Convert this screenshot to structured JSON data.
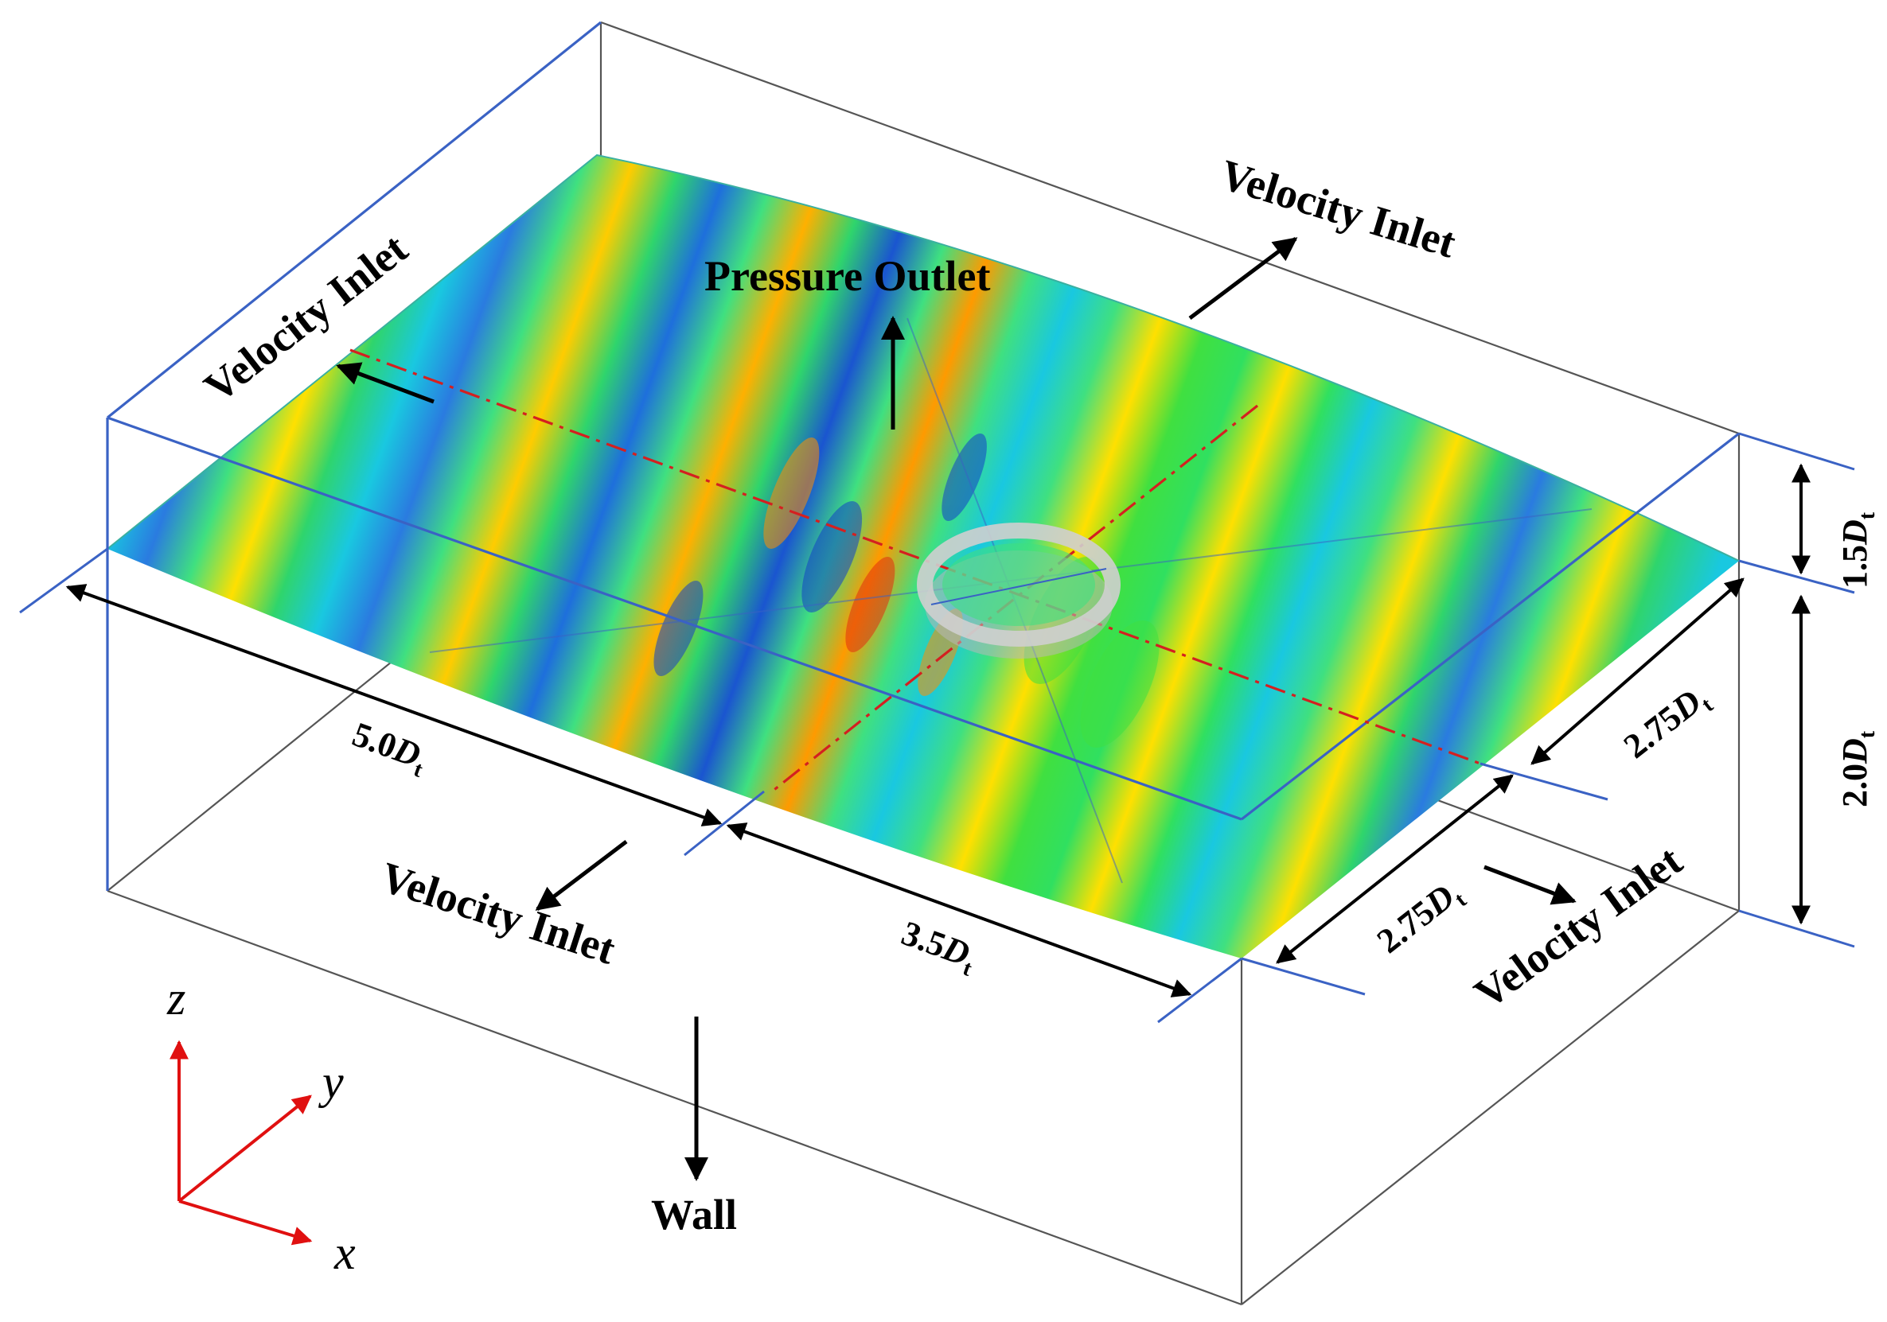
{
  "labels": {
    "velocity_inlet_left": "Velocity Inlet",
    "velocity_inlet_back": "Velocity Inlet",
    "velocity_inlet_front": "Velocity Inlet",
    "velocity_inlet_right": "Velocity Inlet",
    "pressure_outlet": "Pressure Outlet",
    "wall": "Wall"
  },
  "dimensions": {
    "length_left": {
      "value": "5.0",
      "symbol": "D",
      "sub": "t"
    },
    "length_right": {
      "value": "3.5",
      "symbol": "D",
      "sub": "t"
    },
    "width_front": {
      "value": "2.75",
      "symbol": "D",
      "sub": "t"
    },
    "width_back": {
      "value": "2.75",
      "symbol": "D",
      "sub": "t"
    },
    "height_top": {
      "value": "1.5",
      "symbol": "D",
      "sub": "t"
    },
    "height_bottom": {
      "value": "2.0",
      "symbol": "D",
      "sub": "t"
    }
  },
  "axes": {
    "x": "x",
    "y": "y",
    "z": "z"
  },
  "colors": {
    "box_edge": "#3a62c4",
    "box_inner": "#555555",
    "centerline": "#d42020",
    "axis_arrows": "#e01010",
    "ring": "#cfcfcf"
  }
}
